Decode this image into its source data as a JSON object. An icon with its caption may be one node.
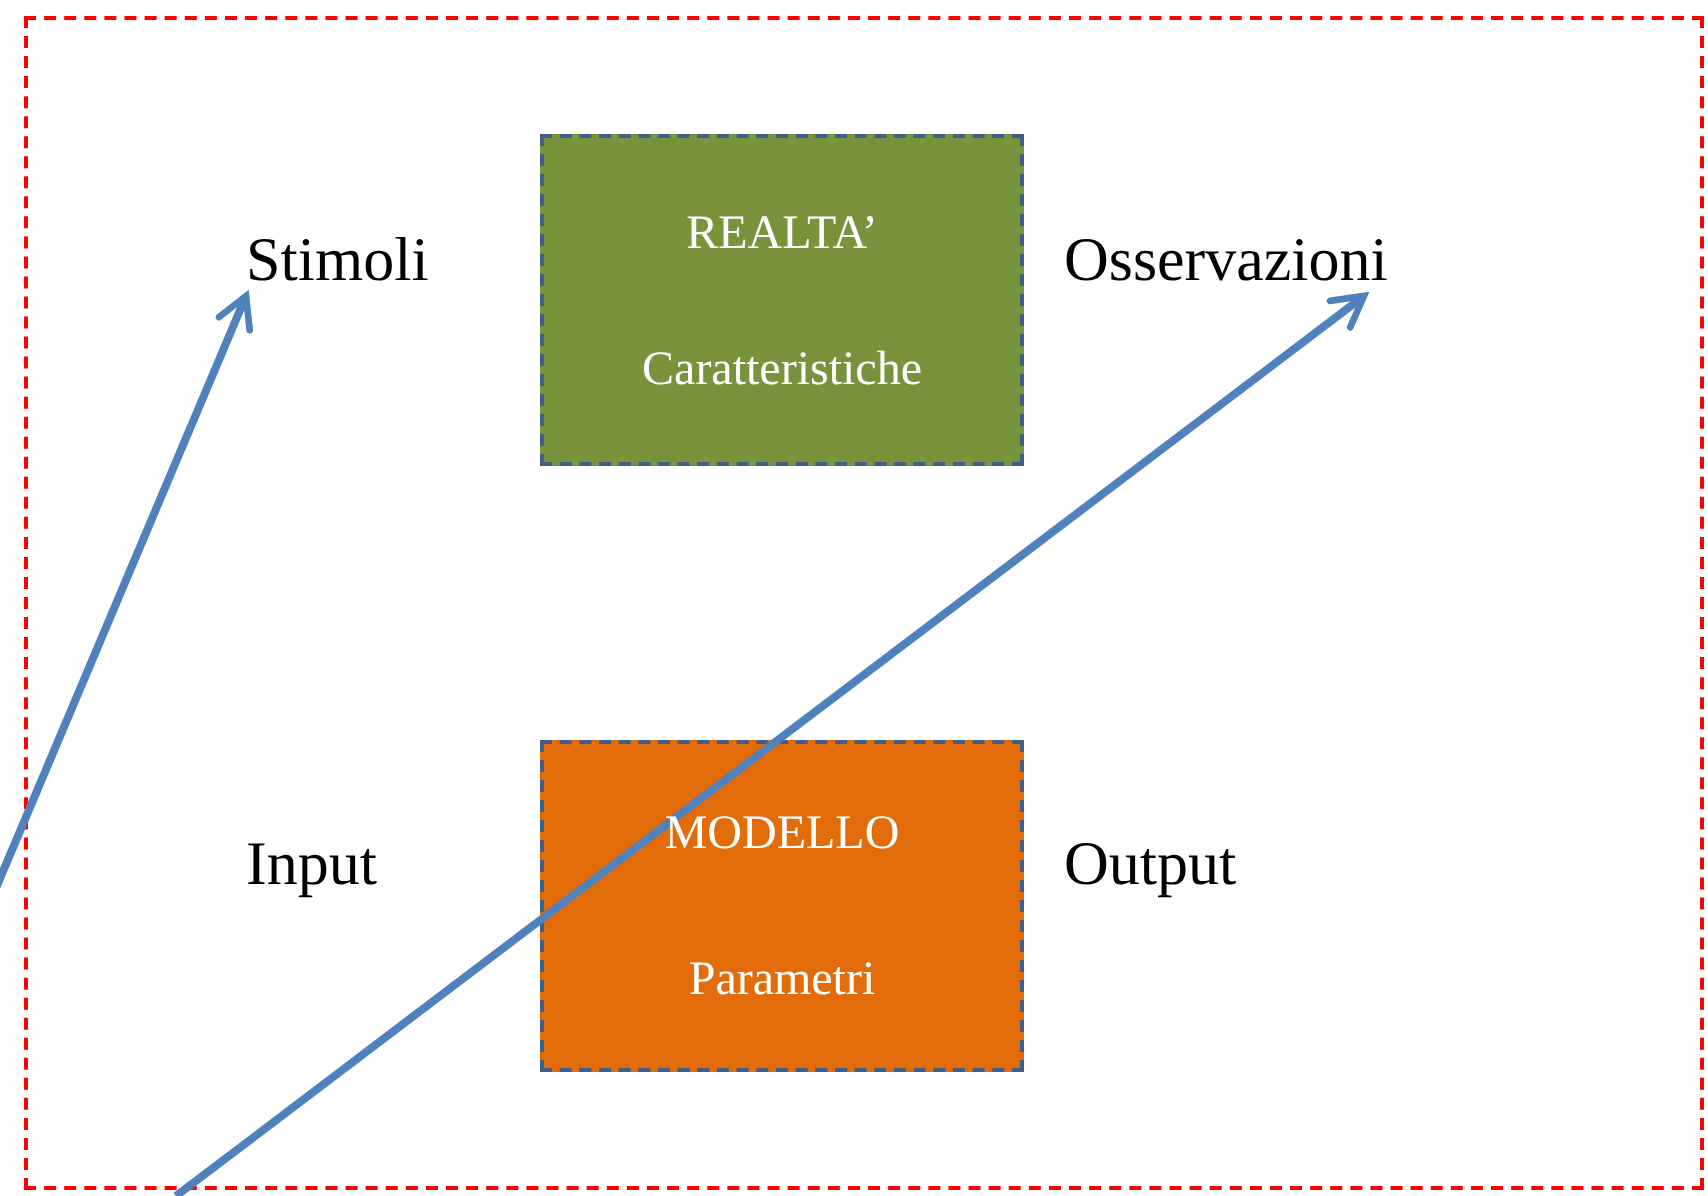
{
  "diagram": {
    "nodes": [
      {
        "text": [
          "Stimoli"
        ]
      },
      {
        "text": [
          "REALTA’",
          "Caratteristiche"
        ]
      },
      {
        "text": [
          "Osservazioni"
        ]
      },
      {
        "text": [
          "Input"
        ]
      },
      {
        "text": [
          "MODELLO",
          "Parametri"
        ]
      },
      {
        "text": [
          "Output"
        ]
      }
    ],
    "edges": [
      {
        "from": null,
        "to": 0,
        "arrow": "to"
      },
      {
        "from": null,
        "to": 2,
        "arrow": "to"
      }
    ]
  }
}
